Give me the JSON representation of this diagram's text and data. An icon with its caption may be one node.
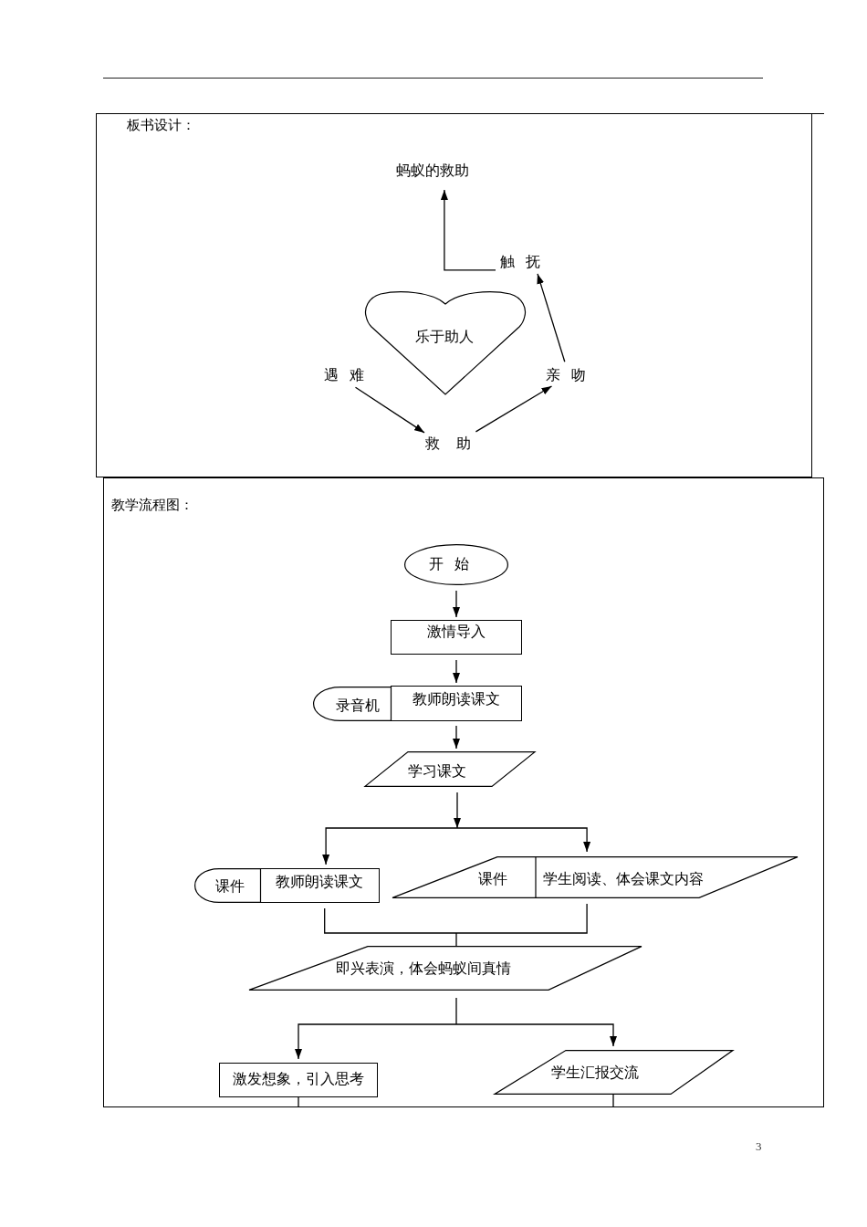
{
  "diagram": {
    "nodes": [
      {
        "text": [
          "板书设计："
        ]
      },
      {
        "text": [
          "蚂蚁的救助"
        ],
        "in": 0
      },
      {
        "text": [
          "触 抚"
        ],
        "in": 0
      },
      {
        "text": [
          "乐于助人"
        ],
        "in": 0
      },
      {
        "text": [
          "遇 难"
        ],
        "in": 0
      },
      {
        "text": [
          "救 助"
        ],
        "in": 0
      },
      {
        "text": [
          "亲 吻"
        ],
        "in": 0
      },
      {
        "text": [
          "教学流程图："
        ]
      },
      {
        "text": [
          "开 始"
        ],
        "in": 7
      },
      {
        "text": [
          "激情导入"
        ],
        "in": 7
      },
      {
        "text": [
          "录音机"
        ],
        "in": 7
      },
      {
        "text": [
          "教师朗读课文"
        ],
        "in": 7
      },
      {
        "text": [
          "学习课文"
        ],
        "in": 7
      },
      {
        "text": [
          "课件"
        ],
        "in": 7
      },
      {
        "text": [
          "教师朗读课文"
        ],
        "in": 7
      },
      {
        "text": [
          "课件",
          "学生阅读、体会课文内容"
        ],
        "in": 7
      },
      {
        "text": [
          "即兴表演，体会蚂蚁间真情"
        ],
        "in": 7
      },
      {
        "text": [
          "激发想象，引入思考"
        ],
        "in": 7
      },
      {
        "text": [
          "学生汇报交流"
        ],
        "in": 7
      }
    ],
    "edges": [
      {
        "from": 4,
        "to": 5,
        "arrow": "to"
      },
      {
        "from": 5,
        "to": 6,
        "arrow": "to"
      },
      {
        "from": 6,
        "to": 2,
        "arrow": "to"
      },
      {
        "from": 2,
        "to": 1,
        "arrow": "to"
      },
      {
        "from": 8,
        "to": 9,
        "arrow": "to"
      },
      {
        "from": 9,
        "to": 11,
        "arrow": "to"
      },
      {
        "from": 11,
        "to": 12,
        "arrow": "to"
      },
      {
        "from": 12,
        "to": 14,
        "arrow": "to"
      },
      {
        "from": 12,
        "to": 15,
        "arrow": "to"
      },
      {
        "from": 14,
        "to": 16,
        "arrow": "none"
      },
      {
        "from": 15,
        "to": 16,
        "arrow": "none"
      },
      {
        "from": 16,
        "to": 17,
        "arrow": "to"
      },
      {
        "from": 16,
        "to": 18,
        "arrow": "to"
      },
      {
        "from": 17,
        "to": null,
        "arrow": "none"
      },
      {
        "from": 18,
        "to": null,
        "arrow": "none"
      }
    ],
    "labels": [
      "3"
    ]
  }
}
